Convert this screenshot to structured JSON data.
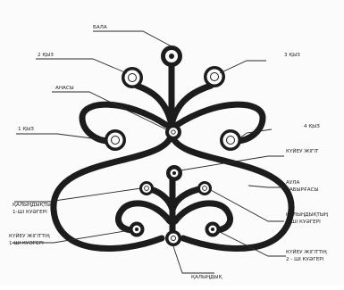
{
  "labels": {
    "bala": "БАЛА",
    "kyz2": "2 ҚЫЗ",
    "kyz3": "3 ҚЫЗ",
    "anasy": "АНАСЫ",
    "kyz1": "1 ҚЫЗ",
    "kyz4": "4 ҚЫЗ",
    "kuieu_zhigit": "КҮЙЕУ ЖІГІТ",
    "aula_1": "АУЛА",
    "aula_2": "ҚАБЫРҒАСЫ",
    "kalyndyk_kuage1_1": "ҚАЛЫҢДЫҚТЫҢ",
    "kalyndyk_kuage1_2": "1-ШІ КУӘГЕРІ",
    "kalyndyk_kuage2_1": "ҚАЛЫҢДЫҚТЫҢ",
    "kalyndyk_kuage2_2": "2-ШІ КУӘГЕРІ",
    "kuieu_kuage1_1": "КҮЙЕУ ЖІГІТТІҢ",
    "kuieu_kuage1_2": "1-ШІ КУӘГЕРІ",
    "kuieu_kuage2_1": "КҮЙЕУ ЖІГІТТІҢ",
    "kuieu_kuage2_2": "2 - ШІ КУӘГЕРІ",
    "kalyndyk": "ҚАЛЫҢДЫҚ"
  },
  "colors": {
    "ink": "#1c1c1c",
    "paper": "#fbfbfb"
  }
}
